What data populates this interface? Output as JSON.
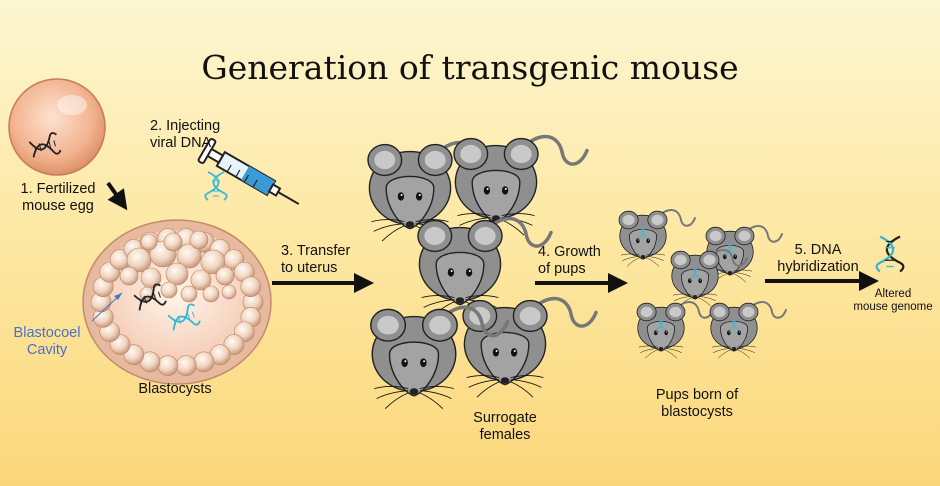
{
  "title": "Generation of transgenic mouse",
  "steps": {
    "s1": [
      "1. Fertilized",
      "mouse egg"
    ],
    "s2": [
      "2. Injecting",
      "viral DNA"
    ],
    "s3": [
      "3. Transfer",
      "to uterus"
    ],
    "s4": [
      "4. Growth",
      "of pups"
    ],
    "s5": [
      "5. DNA",
      "hybridization"
    ]
  },
  "labels": {
    "blastocoel": [
      "Blastocoel",
      "Cavity"
    ],
    "blastocysts": "Blastocysts",
    "surrogate": [
      "Surrogate",
      "females"
    ],
    "pups": [
      "Pups born of",
      "blastocysts"
    ],
    "altered": [
      "Altered",
      "mouse genome"
    ]
  },
  "colors": {
    "dna_dark": "#222222",
    "dna_cyan": "#36b6d6",
    "mouse_body": "#8f8f8f",
    "ear_inner": "#c9c9c9"
  }
}
